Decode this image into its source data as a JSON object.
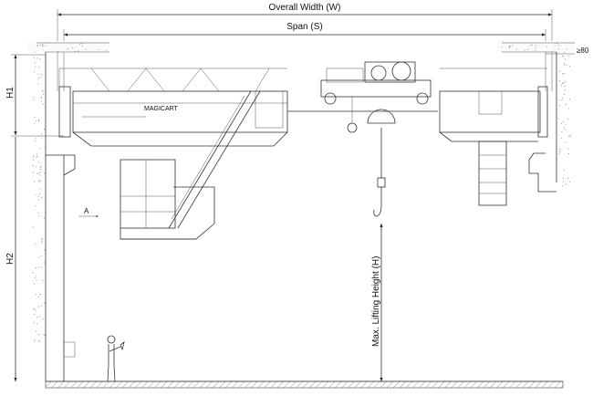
{
  "dimensions": {
    "overall_width": "Overall Width (W)",
    "span": "Span (S)",
    "clearance": "≥80",
    "h1": "H1",
    "h2": "H2",
    "lifting_height": "Max. Lifting Height (H)",
    "section_marker": "A"
  },
  "brand": "MAGICART"
}
